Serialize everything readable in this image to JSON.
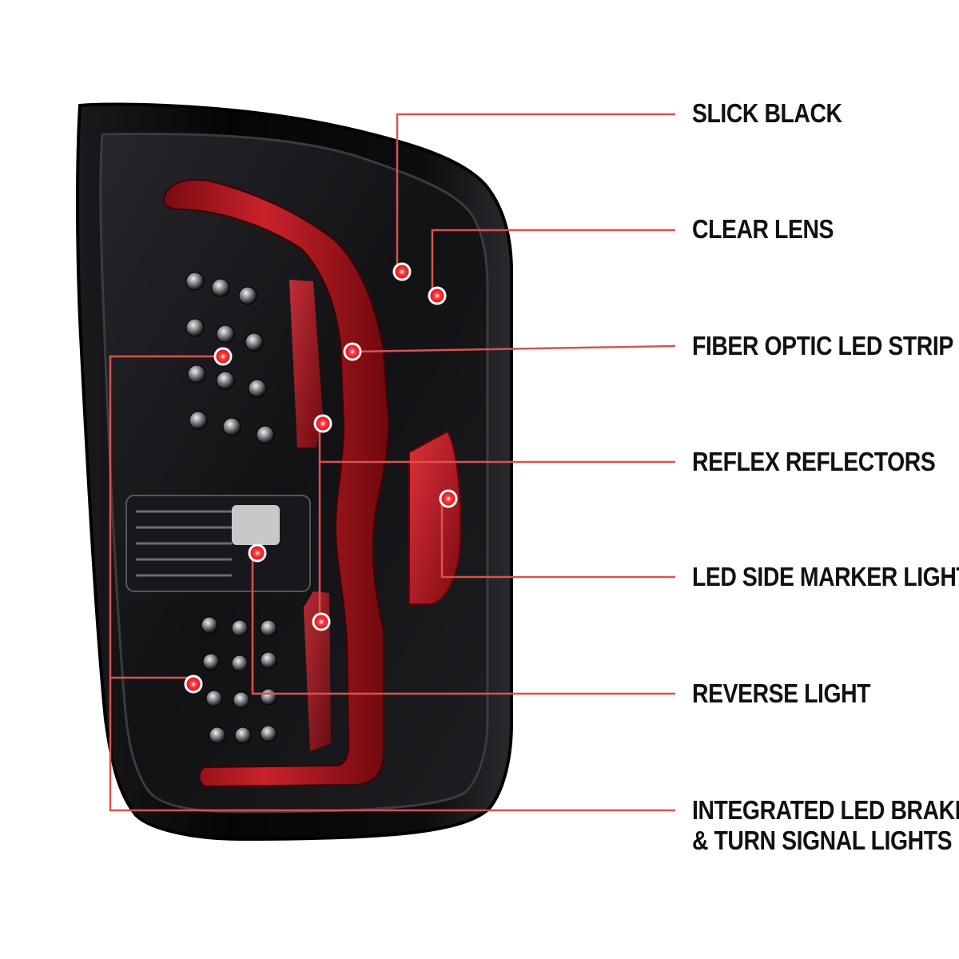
{
  "colors": {
    "callout_line": "#d9534f",
    "callout_dot": "#e3101b",
    "housing": "#0b0b0d",
    "fiber_strip": "#b3121c",
    "reflector": "#c2151f",
    "label_text": "#111111"
  },
  "features": [
    {
      "id": "slick-black",
      "label": "SLICK BLACK"
    },
    {
      "id": "clear-lens",
      "label": "CLEAR LENS"
    },
    {
      "id": "fiber-optic-led-strip",
      "label": "FIBER OPTIC LED STRIP"
    },
    {
      "id": "reflex-reflectors",
      "label": "REFLEX REFLECTORS"
    },
    {
      "id": "led-side-marker-light",
      "label": "LED SIDE MARKER LIGHT"
    },
    {
      "id": "reverse-light",
      "label": "REVERSE LIGHT"
    },
    {
      "id": "integrated-led-brake-turn",
      "label": "INTEGRATED LED BRAKE",
      "label_line2": "& TURN SIGNAL LIGHTS"
    }
  ]
}
